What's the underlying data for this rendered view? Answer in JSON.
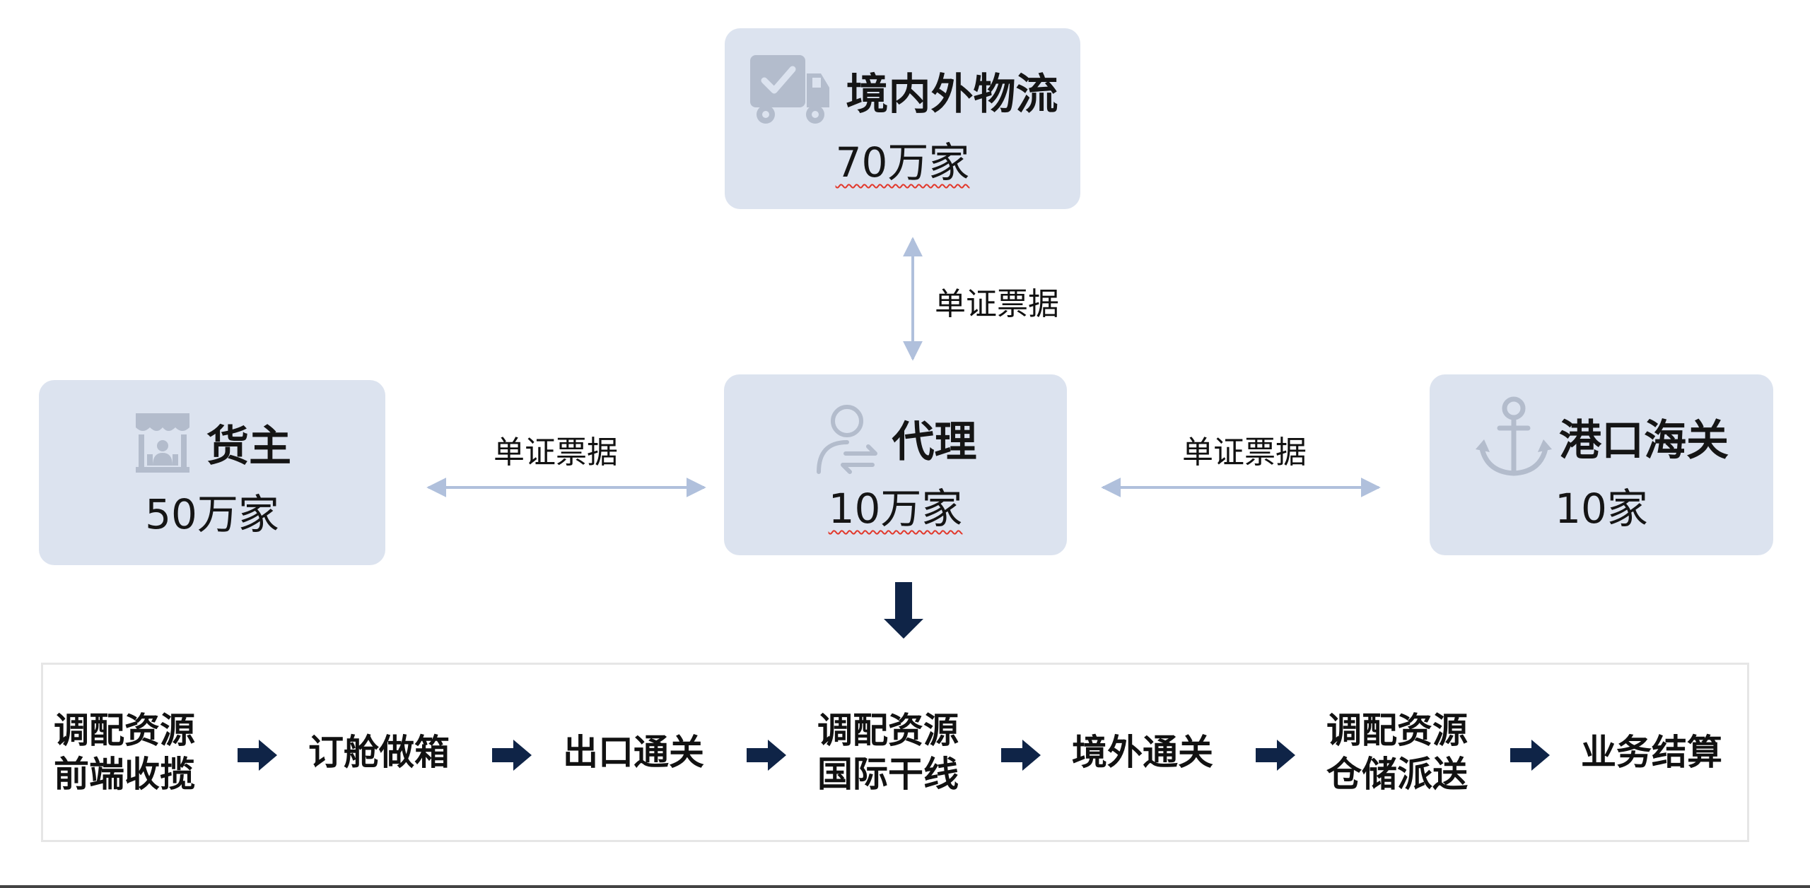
{
  "nodes": {
    "logistics": {
      "name": "境内外物流",
      "count": "70万家",
      "icon": "truck-check-icon"
    },
    "shipper": {
      "name": "货主",
      "count": "50万家",
      "icon": "storefront-icon"
    },
    "agent": {
      "name": "代理",
      "count": "10万家",
      "icon": "person-transfer-icon"
    },
    "port": {
      "name": "港口海关",
      "count": "10家",
      "icon": "anchor-icon"
    }
  },
  "edges": {
    "agent_logistics": "单证票据",
    "shipper_agent": "单证票据",
    "agent_port": "单证票据"
  },
  "process": {
    "steps": [
      {
        "lines": [
          "调配资源",
          "前端收揽"
        ]
      },
      {
        "lines": [
          "订舱做箱"
        ]
      },
      {
        "lines": [
          "出口通关"
        ]
      },
      {
        "lines": [
          "调配资源",
          "国际干线"
        ]
      },
      {
        "lines": [
          "境外通关"
        ]
      },
      {
        "lines": [
          "调配资源",
          "仓储派送"
        ]
      },
      {
        "lines": [
          "业务结算"
        ]
      }
    ]
  },
  "colors": {
    "node_fill": "#dce3ef",
    "icon": "#b3bccc",
    "connector": "#b0c0dc",
    "flow_arrow": "#0f2447"
  }
}
